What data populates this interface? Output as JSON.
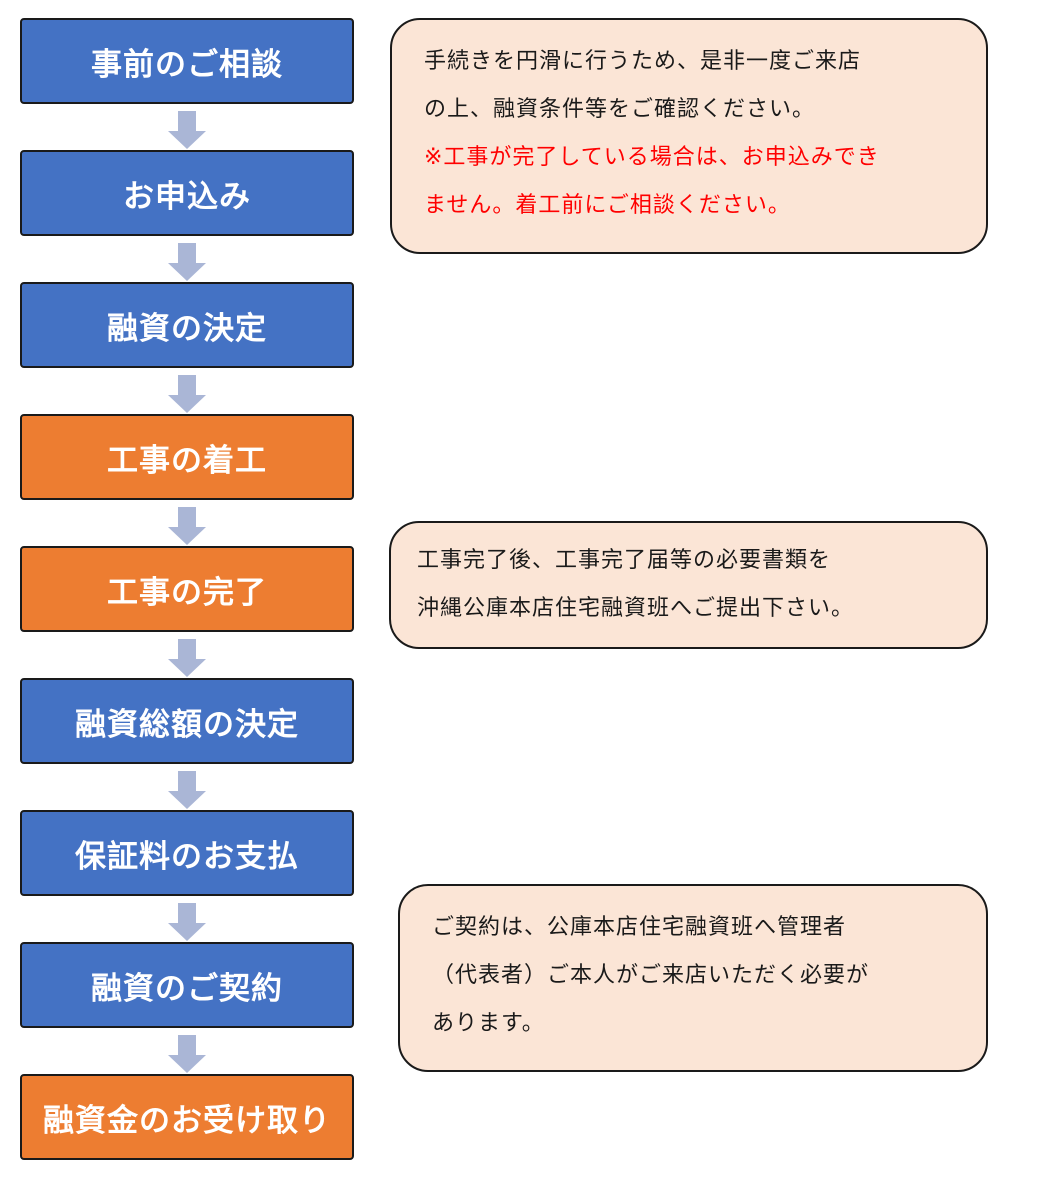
{
  "steps": [
    {
      "label": "事前のご相談",
      "color": "#4472c4"
    },
    {
      "label": "お申込み",
      "color": "#4472c4"
    },
    {
      "label": "融資の決定",
      "color": "#4472c4"
    },
    {
      "label": "工事の着工",
      "color": "#ed7d31"
    },
    {
      "label": "工事の完了",
      "color": "#ed7d31"
    },
    {
      "label": "融資総額の決定",
      "color": "#4472c4"
    },
    {
      "label": "保証料のお支払",
      "color": "#4472c4"
    },
    {
      "label": "融資のご契約",
      "color": "#4472c4"
    },
    {
      "label": "融資金のお受け取り",
      "color": "#ed7d31"
    }
  ],
  "notes": {
    "consultation": {
      "line1": "手続きを円滑に行うため、是非一度ご来店",
      "line2": "の上、融資条件等をご確認ください。",
      "warning_line1": "※工事が完了している場合は、お申込みでき",
      "warning_line2": "ません。着工前にご相談ください。",
      "warning_color": "#ff0000"
    },
    "completion": {
      "line1": "工事完了後、工事完了届等の必要書類を",
      "line2": "沖縄公庫本店住宅融資班へご提出下さい。"
    },
    "contract": {
      "line1": "ご契約は、公庫本店住宅融資班へ管理者",
      "line2": "（代表者）ご本人がご来店いただく必要が",
      "line3": "あります。"
    }
  },
  "colors": {
    "step_blue": "#4472c4",
    "step_orange": "#ed7d31",
    "arrow": "#aab6d6",
    "note_fill": "#fbe5d6"
  },
  "icons": [
    "down-arrow-icon"
  ]
}
